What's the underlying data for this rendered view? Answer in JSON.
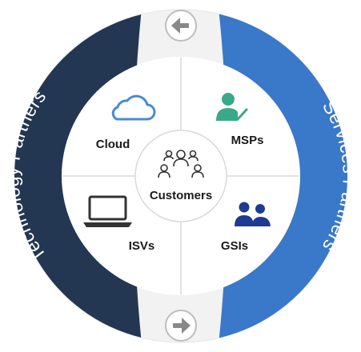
{
  "left_band": {
    "label": "Technology Partners",
    "color": "#233752"
  },
  "right_band": {
    "label": "Services Partners",
    "color": "#3a78c9"
  },
  "center": {
    "label": "Customers",
    "icon": "people-group-icon"
  },
  "segments": {
    "top_left": {
      "label": "Cloud",
      "icon": "cloud-icon",
      "icon_color": "#4a8ad4"
    },
    "top_right": {
      "label": "MSPs",
      "icon": "user-check-icon",
      "icon_color": "#3aa88a"
    },
    "bottom_left": {
      "label": "ISVs",
      "icon": "laptop-icon",
      "icon_color": "#333333"
    },
    "bottom_right": {
      "label": "GSIs",
      "icon": "users-icon",
      "icon_color": "#1f3a93"
    }
  },
  "arrows": {
    "top": {
      "icon": "arrow-left-icon"
    },
    "bottom": {
      "icon": "arrow-right-icon"
    }
  },
  "colors": {
    "outer_ring": "#f2f2f2",
    "inner_circle": "#ffffff",
    "divider": "#d9d9d9"
  }
}
